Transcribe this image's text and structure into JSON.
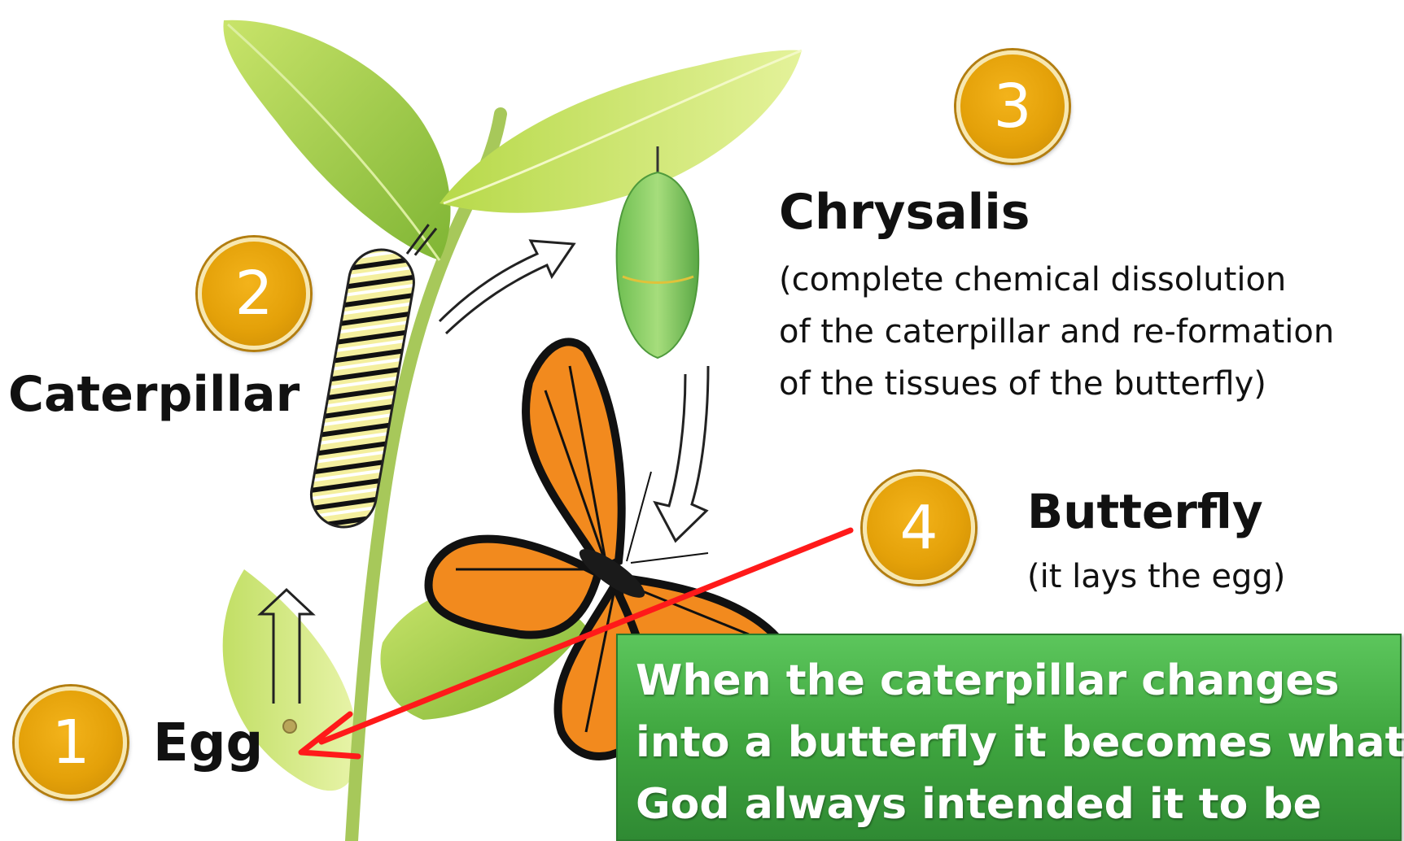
{
  "stages": [
    {
      "number": "1",
      "title": "Egg",
      "description": []
    },
    {
      "number": "2",
      "title": "Caterpillar",
      "description": []
    },
    {
      "number": "3",
      "title": "Chrysalis",
      "description": [
        "(complete chemical dissolution",
        "of the caterpillar and re-formation",
        "of the tissues of the butterfly)"
      ]
    },
    {
      "number": "4",
      "title": "Butterfly",
      "description": [
        "(it lays the egg)"
      ]
    }
  ],
  "callout": {
    "lines": [
      "When the caterpillar changes",
      "into a butterfly it becomes what",
      "God always intended it to be"
    ]
  },
  "colors": {
    "badge": "#e4a109",
    "callout_bg": "#3fa63f",
    "pointer_arrow": "#ff1a1a",
    "leaf": "#8cc63f",
    "wing_orange": "#f28a1e"
  },
  "icons": {
    "illustration": "milkweed-plant-with-caterpillar-chrysalis-butterfly",
    "flow_arrows": "hollow-arrow"
  }
}
